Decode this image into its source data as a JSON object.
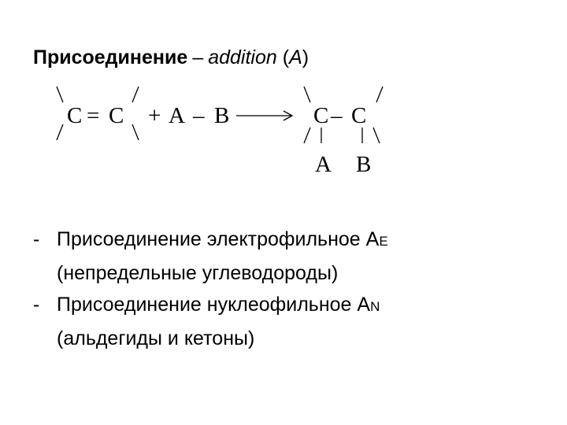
{
  "heading": {
    "term": "Присоединение",
    "dash": "–",
    "english": "addition",
    "abbrev_open": "(",
    "abbrev": "A",
    "abbrev_close": ")"
  },
  "equation": {
    "reactant_alkene": {
      "left_carbon": "C",
      "bond": "=",
      "right_carbon": "C"
    },
    "plus": "+",
    "reagent": {
      "atom_a": "A",
      "bond": "–",
      "atom_b": "B"
    },
    "product": {
      "left_carbon": "C",
      "bond": "–",
      "right_carbon": "C",
      "sub_left": "A",
      "sub_right": "B"
    }
  },
  "bullets": [
    {
      "marker": "-",
      "text": "Присоединение электрофильное A",
      "subscript": "E",
      "detail": "(непредельные углеводороды)"
    },
    {
      "marker": "-",
      "text": "Присоединение нуклеофильное A",
      "subscript": "N",
      "detail": "(альдегиды и кетоны)"
    }
  ]
}
